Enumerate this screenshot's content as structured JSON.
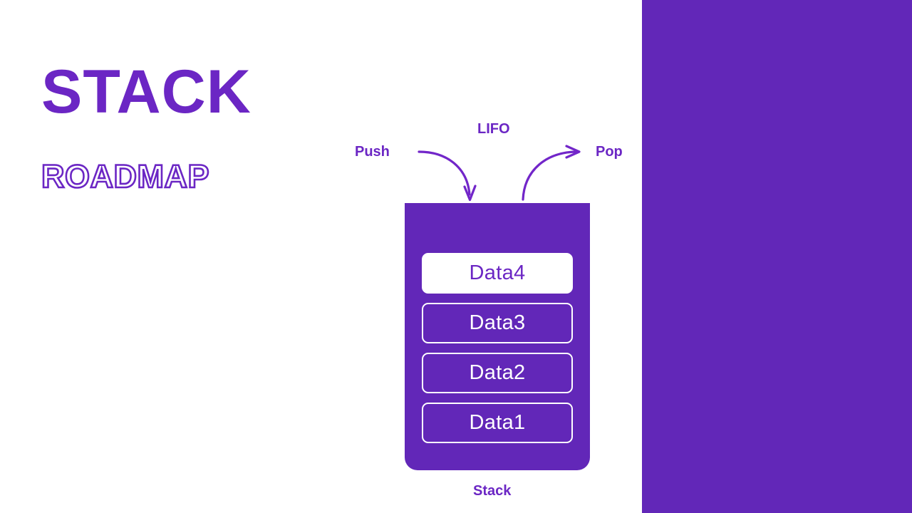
{
  "colors": {
    "brand_purple": "#6227B8",
    "title_purple": "#6B26C4",
    "white": "#FFFFFF",
    "background": "#FFFFFF"
  },
  "heading": {
    "title": "STACK",
    "subtitle": "ROADMAP"
  },
  "diagram": {
    "push_label": "Push",
    "lifo_label": "LIFO",
    "pop_label": "Pop",
    "caption": "Stack",
    "push_arrow_icon": "curved-arrow-down-icon",
    "pop_arrow_icon": "curved-arrow-up-right-icon",
    "cells": [
      {
        "label": "Data4",
        "style": "filled"
      },
      {
        "label": "Data3",
        "style": "outlined"
      },
      {
        "label": "Data2",
        "style": "outlined"
      },
      {
        "label": "Data1",
        "style": "outlined"
      }
    ]
  },
  "side_panel": {
    "label": "decorative-panel"
  }
}
